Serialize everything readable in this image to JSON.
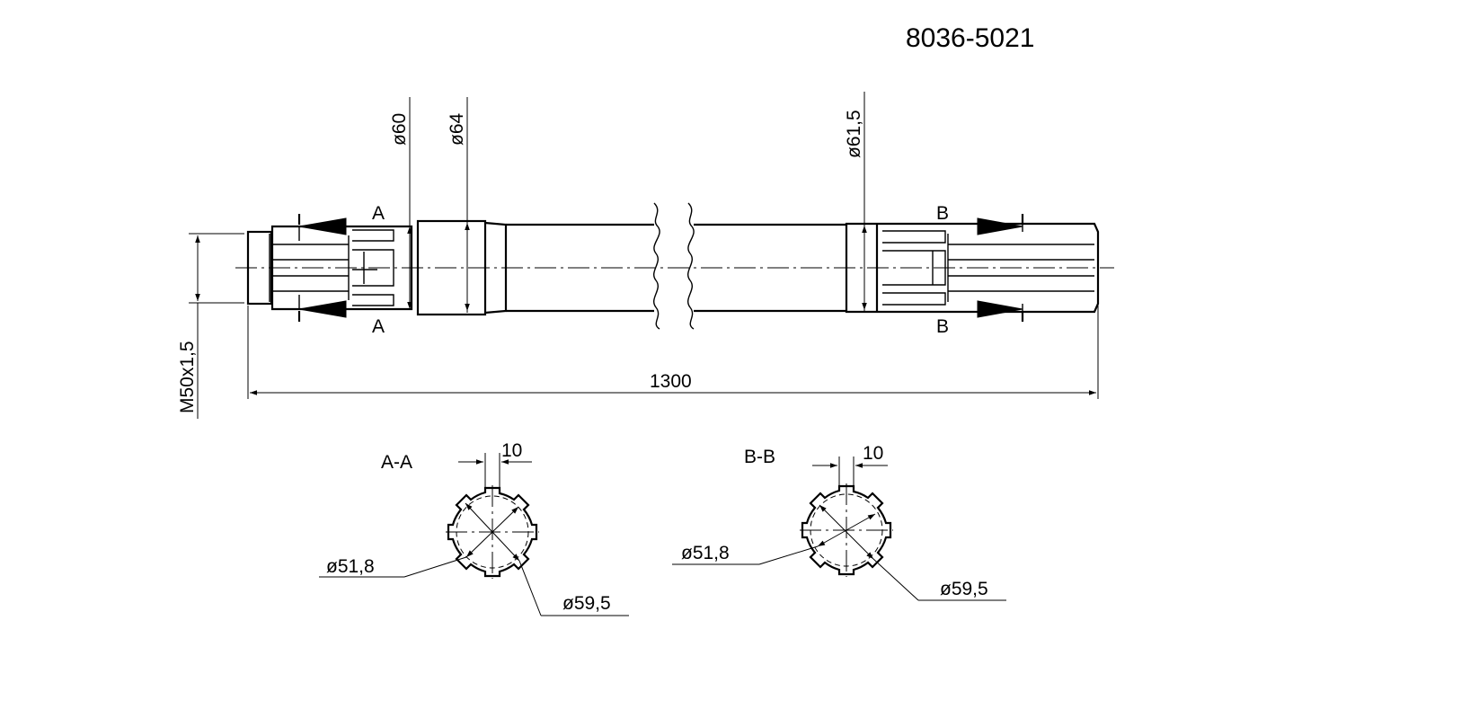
{
  "title": {
    "part_number": "8036-5021"
  },
  "dimensions": {
    "d60": "ø60",
    "d64": "ø64",
    "d61_5": "ø61,5",
    "thread": "M50x1,5",
    "overall_length": "1300"
  },
  "sections": {
    "a_mark_top": "A",
    "a_mark_bottom": "A",
    "b_mark_top": "B",
    "b_mark_bottom": "B",
    "a": {
      "title": "A-A",
      "width": "10",
      "inner_diameter": "ø51,8",
      "outer_diameter": "ø59,5"
    },
    "b": {
      "title": "B-B",
      "width": "10",
      "inner_diameter": "ø51,8",
      "outer_diameter": "ø59,5"
    }
  }
}
